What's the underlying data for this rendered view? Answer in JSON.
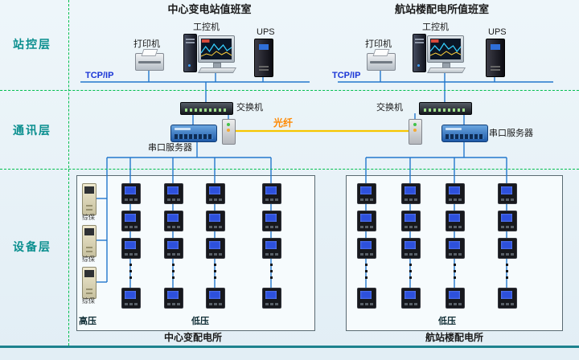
{
  "diagram": {
    "layers": [
      {
        "label": "站控层"
      },
      {
        "label": "通讯层"
      },
      {
        "label": "设备层"
      }
    ],
    "sites": [
      {
        "title": "中心变电站值班室",
        "printer_label": "打印机",
        "workstation_label": "工控机",
        "ups_label": "UPS",
        "network_label": "TCP/IP",
        "switch_label": "交换机",
        "serial_server_label": "串口服务器",
        "protection_label": "综保",
        "hv_label": "高压",
        "lv_label": "低压",
        "caption": "中心变配电所"
      },
      {
        "title": "航站楼配电所值班室",
        "printer_label": "打印机",
        "workstation_label": "工控机",
        "ups_label": "UPS",
        "network_label": "TCP/IP",
        "switch_label": "交换机",
        "serial_server_label": "串口服务器",
        "lv_label": "低压",
        "caption": "航站楼配电所"
      }
    ],
    "fiber_label": "光纤",
    "colors": {
      "separator_green": "#00bf4e",
      "network_blue": "#2277cc",
      "fiber_yellow": "#f7c600",
      "fiber_label_orange": "#ff8800",
      "layer_label_teal": "#0b8f8f",
      "tcpip_blue": "#1a35d6",
      "bottom_rule_teal": "#1d828e"
    }
  }
}
